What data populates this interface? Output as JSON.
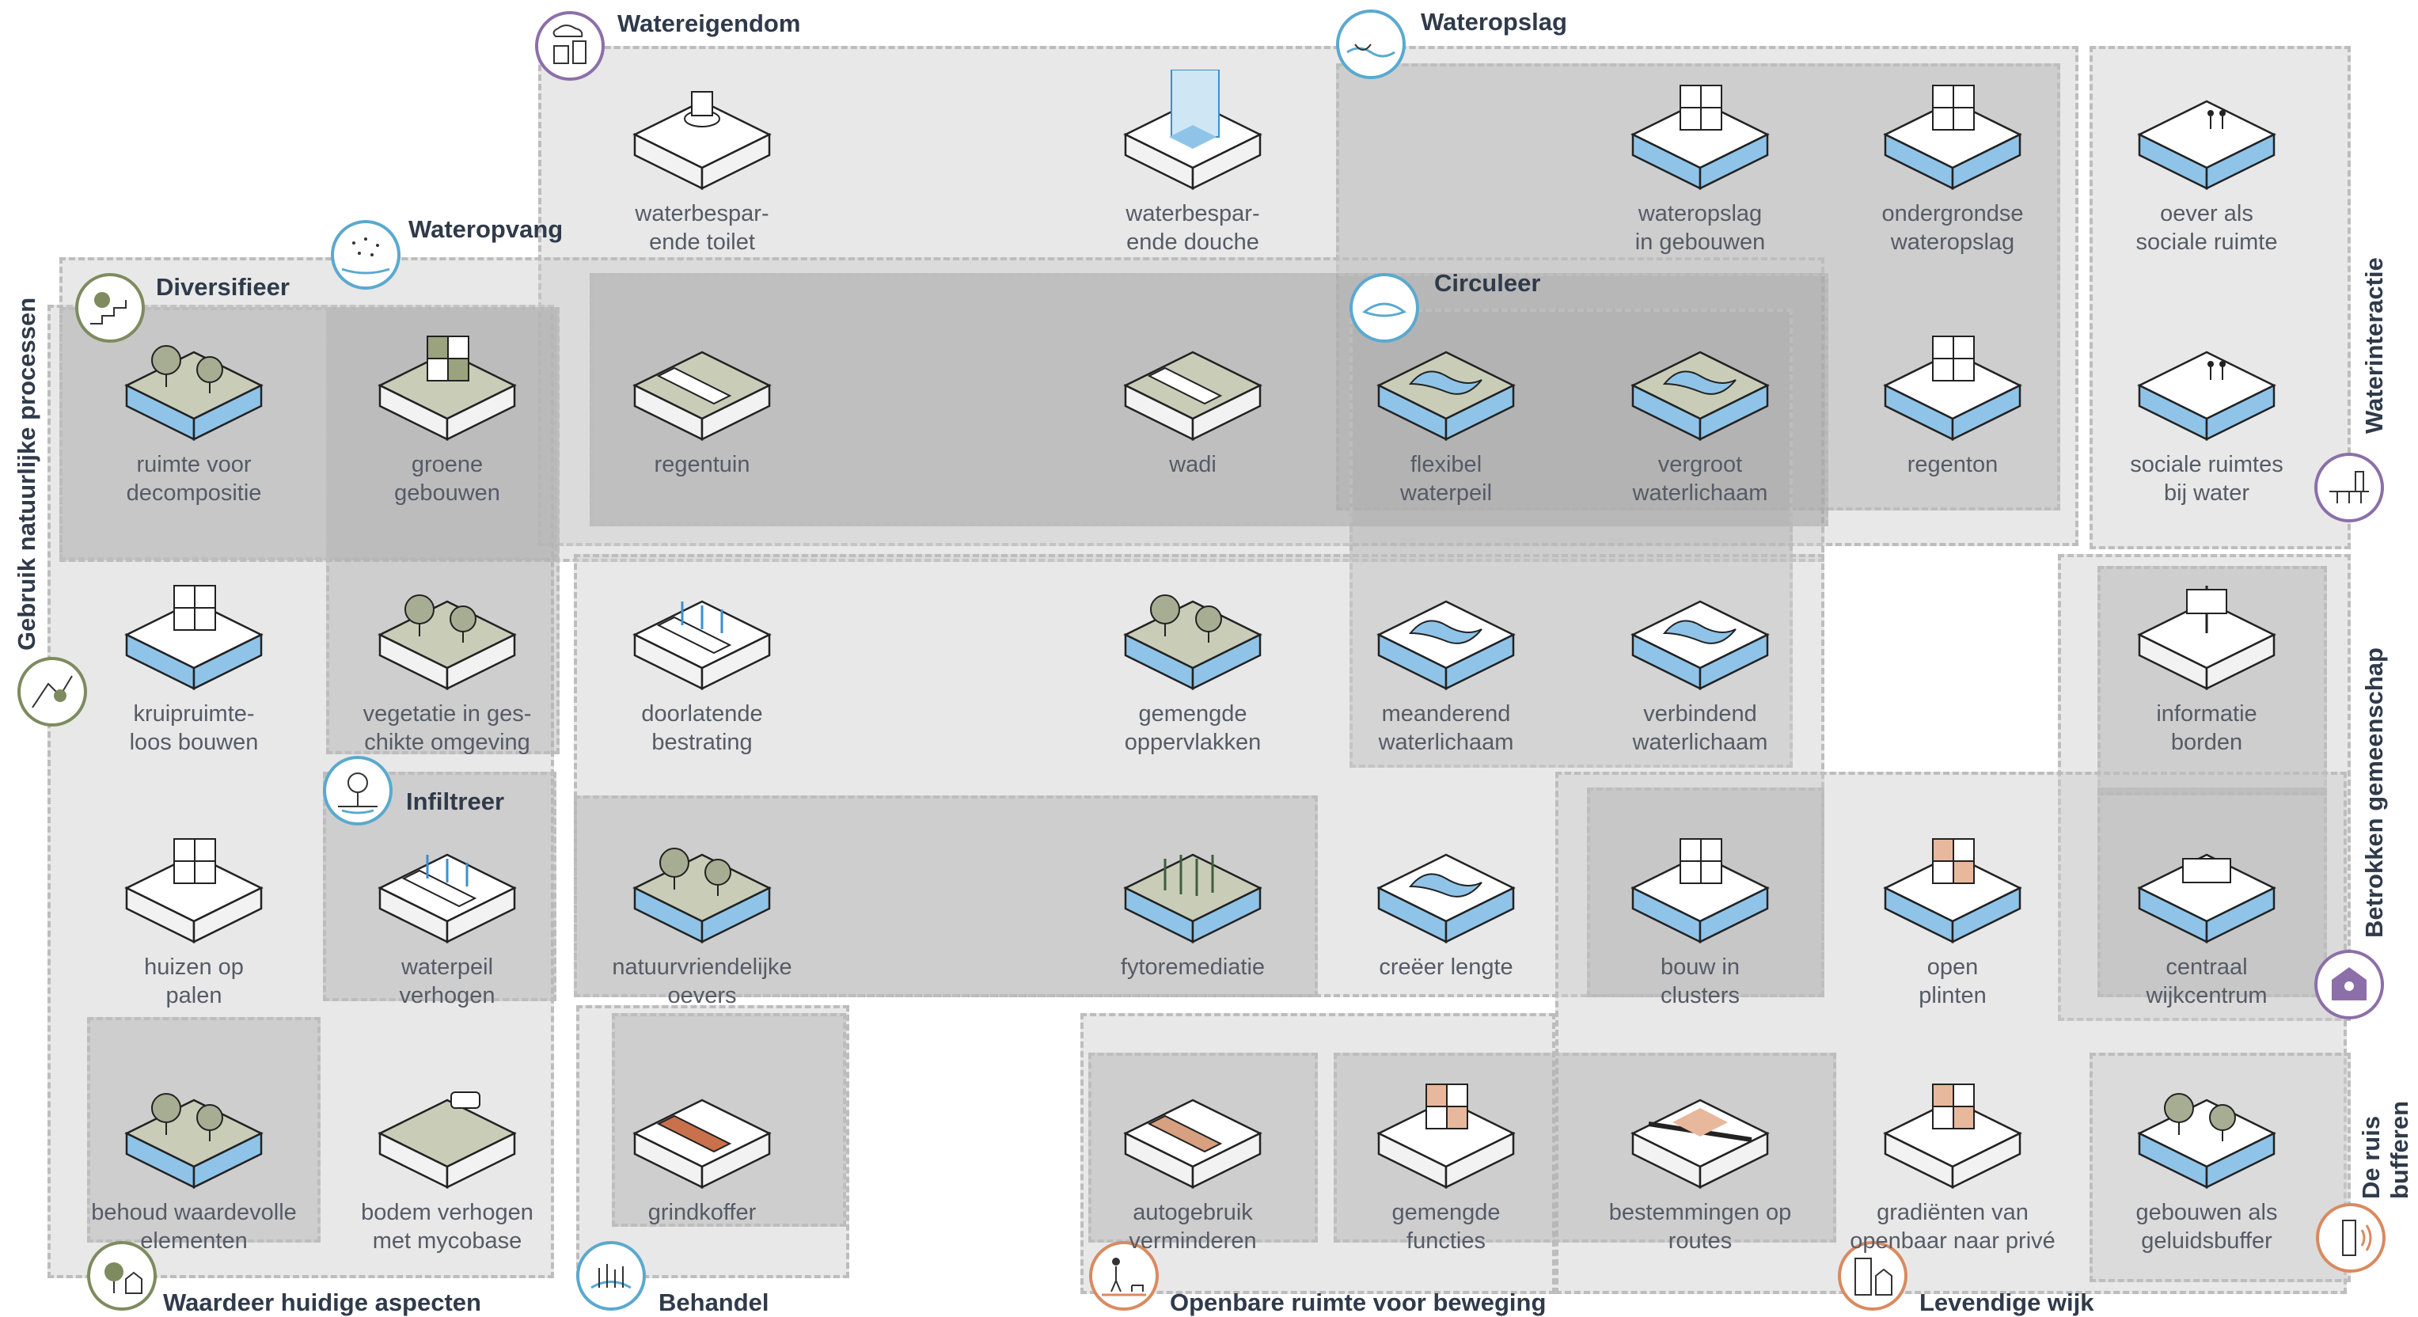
{
  "categories": {
    "watereigendom": {
      "title": "Watereigendom",
      "color": "#8c6fa8",
      "icon": "house-rain-icon"
    },
    "wateropslag": {
      "title": "Wateropslag",
      "color": "#5aa9cf",
      "icon": "storage-wave-icon"
    },
    "wateropvang": {
      "title": "Wateropvang",
      "color": "#5aa9cf",
      "icon": "rain-catch-icon"
    },
    "diversifieer": {
      "title": "Diversifieer",
      "color": "#7d8b5e",
      "icon": "stairs-tree-icon"
    },
    "circuleer": {
      "title": "Circuleer",
      "color": "#5aa9cf",
      "icon": "circulate-wave-icon"
    },
    "infiltreer": {
      "title": "Infiltreer",
      "color": "#5aa9cf",
      "icon": "infiltrate-tree-icon"
    },
    "gebruik": {
      "title": "Gebruik natuurlijke processen",
      "color": "#7d8b5e",
      "icon": "natural-process-icon"
    },
    "waterinteractie": {
      "title": "Waterinteractie",
      "color": "#8c6fa8",
      "icon": "pier-icon"
    },
    "betrokken": {
      "title": "Betrokken gemeenschap",
      "color": "#8c6fa8",
      "icon": "community-house-icon"
    },
    "ruis": {
      "title": "De ruis\nbufferen",
      "color": "#d98a60",
      "icon": "noise-buffer-icon"
    },
    "waardeer": {
      "title": "Waardeer huidige aspecten",
      "color": "#7d8b5e",
      "icon": "tree-house-icon"
    },
    "behandel": {
      "title": "Behandel",
      "color": "#5aa9cf",
      "icon": "treat-reeds-icon"
    },
    "openbare": {
      "title": "Openbare ruimte voor beweging",
      "color": "#d98a60",
      "icon": "walker-dog-icon"
    },
    "levendige": {
      "title": "Levendige wijk",
      "color": "#d98a60",
      "icon": "city-buildings-icon"
    }
  },
  "items": [
    {
      "label": "waterbespar-\nende toilet",
      "kind": "toilet"
    },
    {
      "label": "waterbespar-\nende douche",
      "kind": "shower"
    },
    {
      "label": "wateropslag\nin gebouwen",
      "kind": "storagebuild"
    },
    {
      "label": "ondergrondse\nwateropslag",
      "kind": "underground"
    },
    {
      "label": "oever als\nsociale ruimte",
      "kind": "bank"
    },
    {
      "label": "ruimte voor\ndecompositie",
      "kind": "trees"
    },
    {
      "label": "groene\ngebouwen",
      "kind": "greenbuild"
    },
    {
      "label": "regentuin",
      "kind": "raingarden"
    },
    {
      "label": "wadi",
      "kind": "wadi"
    },
    {
      "label": "flexibel\nwaterpeil",
      "kind": "flexwater"
    },
    {
      "label": "vergroot\nwaterlichaam",
      "kind": "enlarge"
    },
    {
      "label": "regenton",
      "kind": "barrel"
    },
    {
      "label": "sociale ruimtes\nbij water",
      "kind": "social"
    },
    {
      "label": "kruipruimte-\nloos bouwen",
      "kind": "crawl"
    },
    {
      "label": "vegetatie in ges-\nchikte omgeving",
      "kind": "vegetation"
    },
    {
      "label": "doorlatende\nbestrating",
      "kind": "permeable"
    },
    {
      "label": "gemengde\noppervlakken",
      "kind": "mixed"
    },
    {
      "label": "meanderend\nwaterlichaam",
      "kind": "meander"
    },
    {
      "label": "verbindend\nwaterlichaam",
      "kind": "connect"
    },
    {
      "label": "informatie\nborden",
      "kind": "sign"
    },
    {
      "label": "huizen op\npalen",
      "kind": "stilts"
    },
    {
      "label": "waterpeil\nverhogen",
      "kind": "raise"
    },
    {
      "label": "natuurvriendelijke\noevers",
      "kind": "naturebank"
    },
    {
      "label": "fytoremediatie",
      "kind": "phyto"
    },
    {
      "label": "creëer lengte",
      "kind": "length"
    },
    {
      "label": "bouw in\nclusters",
      "kind": "clusters"
    },
    {
      "label": "open\nplinten",
      "kind": "plinths"
    },
    {
      "label": "centraal\nwijkcentrum",
      "kind": "center"
    },
    {
      "label": "behoud waardevolle\nelementen",
      "kind": "preserve"
    },
    {
      "label": "bodem verhogen\nmet mycobase",
      "kind": "soil"
    },
    {
      "label": "grindkoffer",
      "kind": "gravel"
    },
    {
      "label": "autogebruik\nverminderen",
      "kind": "car"
    },
    {
      "label": "gemengde\nfuncties",
      "kind": "mixedfn"
    },
    {
      "label": "bestemmingen op\nroutes",
      "kind": "routes"
    },
    {
      "label": "gradiënten van\nopenbaar naar privé",
      "kind": "gradient"
    },
    {
      "label": "gebouwen als\ngeluidsbuffer",
      "kind": "noisebuild"
    }
  ]
}
